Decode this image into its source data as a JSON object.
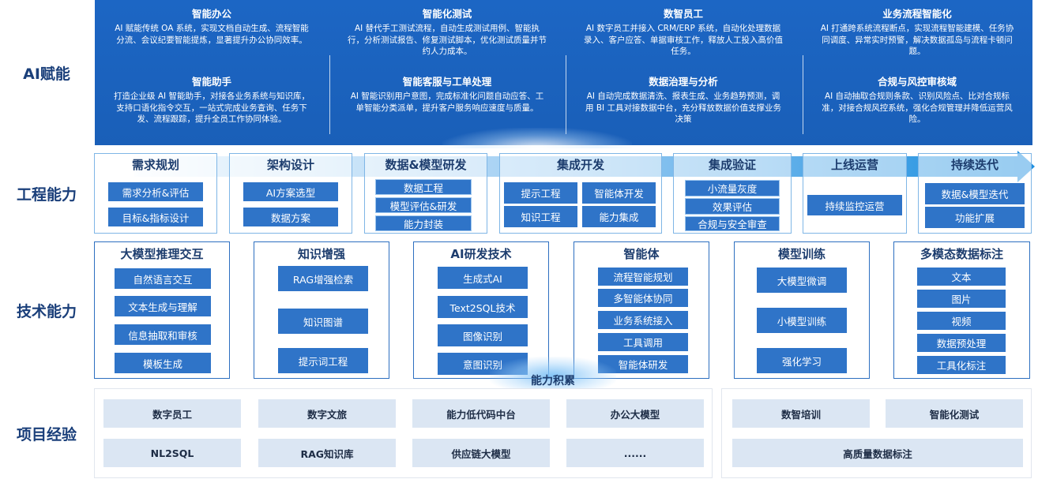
{
  "rows": {
    "ai": "AI赋能",
    "engineering": "工程能力",
    "tech": "技术能力",
    "projects": "项目经验"
  },
  "ai_columns": [
    {
      "top": {
        "title": "智能办公",
        "desc": "AI 赋能传统 OA 系统，实现文档自动生成、流程智能分流、会议纪要智能提炼，显著提升办公协同效率。"
      },
      "bottom": {
        "title": "智能助手",
        "desc": "打造企业级 AI 智能助手，对接各业务系统与知识库，支持口语化指令交互，一站式完成业务查询、任务下发、流程跟踪，提升全员工作协同体验。"
      }
    },
    {
      "top": {
        "title": "智能化测试",
        "desc": "AI 替代手工测试流程，自动生成测试用例、智能执行，分析测试报告、修复测试脚本，优化测试质量并节约人力成本。"
      },
      "bottom": {
        "title": "智能客服与工单处理",
        "desc": "AI 智能识别用户意图，完成标准化问题自动应答、工单智能分类派单，提升客户服务响应速度与质量。"
      }
    },
    {
      "top": {
        "title": "数智员工",
        "desc": "AI 数字员工并接入 CRM/ERP 系统，自动化处理数据录入、客户应答、单据审核工作，释放人工投入高价值任务。"
      },
      "bottom": {
        "title": "数据治理与分析",
        "desc": "AI 自动完成数据清洗、报表生成、业务趋势预测，调用 BI 工具对接数据中台，充分释放数据价值支撑业务决策"
      }
    },
    {
      "top": {
        "title": "业务流程智能化",
        "desc": "AI 打通跨系统流程断点，实现流程智能建模、任务协同调度、异常实时预警，解决数据孤岛与流程卡顿问题。"
      },
      "bottom": {
        "title": "合规与风控审核域",
        "desc": "AI 自动抽取合规则条款、识别风险点、比对合规标准，对接合规风控系统，强化合规管理并降低运营风险。"
      }
    }
  ],
  "engineering": [
    {
      "title": "需求规划",
      "items": [
        "需求分析&评估",
        "目标&指标设计"
      ]
    },
    {
      "title": "架构设计",
      "items": [
        "AI方案选型",
        "数据方案"
      ]
    },
    {
      "title": "数据&模型研发",
      "items": [
        "数据工程",
        "模型评估&研发",
        "能力封装"
      ]
    },
    {
      "title": "集成开发",
      "items": [
        "提示工程",
        "智能体开发",
        "知识工程",
        "能力集成"
      ]
    },
    {
      "title": "集成验证",
      "items": [
        "小流量灰度",
        "效果评估",
        "合规与安全审查"
      ]
    },
    {
      "title": "上线运营",
      "items": [
        "持续监控运营"
      ]
    },
    {
      "title": "持续迭代",
      "items": [
        "数据&模型迭代",
        "功能扩展"
      ]
    }
  ],
  "tech": [
    {
      "title": "大模型推理交互",
      "items": [
        "自然语言交互",
        "文本生成与理解",
        "信息抽取和审核",
        "模板生成"
      ]
    },
    {
      "title": "知识增强",
      "items": [
        "RAG增强检索",
        "知识图谱",
        "提示词工程"
      ]
    },
    {
      "title": "AI研发技术",
      "items": [
        "生成式AI",
        "Text2SQL技术",
        "图像识别",
        "意图识别"
      ]
    },
    {
      "title": "智能体",
      "items": [
        "流程智能规划",
        "多智能体协同",
        "业务系统接入",
        "工具调用",
        "智能体研发"
      ]
    },
    {
      "title": "模型训练",
      "items": [
        "大模型微调",
        "小模型训练",
        "强化学习"
      ]
    },
    {
      "title": "多模态数据标注",
      "items": [
        "文本",
        "图片",
        "视频",
        "数据预处理",
        "工具化标注"
      ]
    }
  ],
  "accumulation_label": "能力积累",
  "projects_left": [
    "数字员工",
    "数字文旅",
    "能力低代码中台",
    "办公大模型",
    "NL2SQL",
    "RAG知识库",
    "供应链大模型",
    "......"
  ],
  "projects_right": [
    "数智培训",
    "智能化测试",
    "高质量数据标注"
  ]
}
